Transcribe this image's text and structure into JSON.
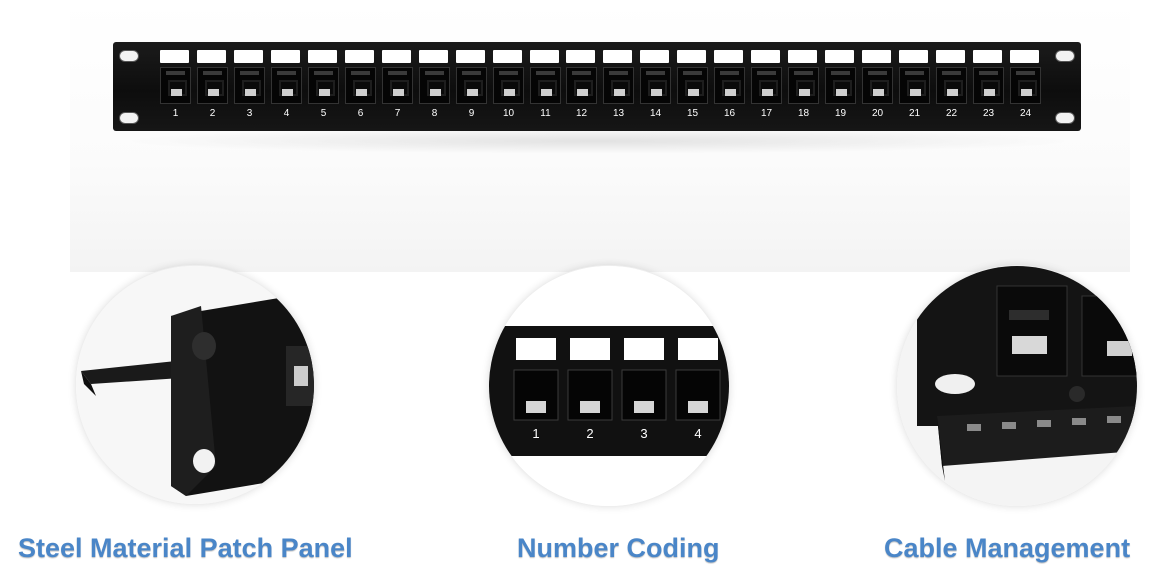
{
  "panel": {
    "port_numbers": [
      "1",
      "2",
      "3",
      "4",
      "5",
      "6",
      "7",
      "8",
      "9",
      "10",
      "11",
      "12",
      "13",
      "14",
      "15",
      "16",
      "17",
      "18",
      "19",
      "20",
      "21",
      "22",
      "23",
      "24"
    ]
  },
  "zoom_number_coding": {
    "port_numbers": [
      "1",
      "2",
      "3",
      "4"
    ]
  },
  "captions": {
    "steel_material": "Steel Material Patch Panel",
    "number_coding": "Number Coding",
    "cable_management": "Cable Management"
  },
  "colors": {
    "caption": "#4a86c8",
    "panel": "#111111",
    "background": "#ffffff"
  }
}
